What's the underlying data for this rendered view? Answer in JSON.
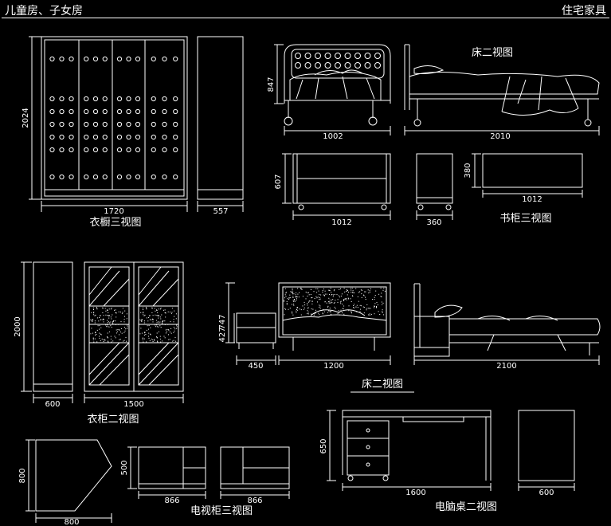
{
  "header": {
    "left": "儿童房、子女房",
    "right": "住宅家具"
  },
  "wardrobe3": {
    "caption": "衣橱三视图",
    "width": "1720",
    "height": "2024",
    "depth": "557"
  },
  "bed1": {
    "caption": "床二视图",
    "width": "1002",
    "height": "847",
    "length": "2010"
  },
  "bookcase": {
    "caption": "书柜三视图",
    "h1": "607",
    "w1": "1012",
    "d1": "360",
    "h2": "380",
    "w2": "1012"
  },
  "wardrobe2": {
    "caption": "衣柜二视图",
    "height": "2000",
    "depth": "600",
    "width": "1500"
  },
  "bed2": {
    "caption": "床二视图",
    "h_bed": "747",
    "h_table": "427",
    "w_table": "450",
    "w_bed": "1200",
    "length": "2100"
  },
  "tvstand": {
    "caption": "电视柜三视图",
    "d": "800",
    "w_top": "800",
    "h": "500",
    "w1": "866",
    "w2": "866"
  },
  "desk": {
    "caption": "电脑桌二视图",
    "h": "650",
    "w": "1600",
    "d": "600"
  }
}
